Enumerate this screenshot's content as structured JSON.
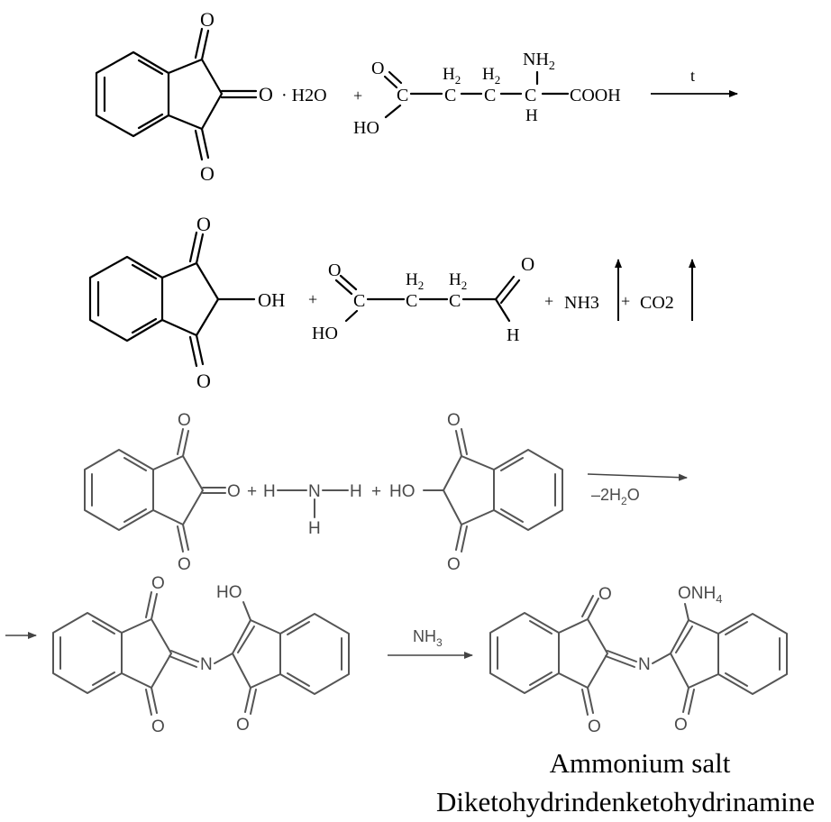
{
  "row1": {
    "ninhydrin": {
      "o_top": "O",
      "o_right": "O",
      "o_bottom": "O",
      "hydrate": "· H2O"
    },
    "plus1": "+",
    "glutamic_acid": {
      "o": "O",
      "c1": "C",
      "ho": "HO",
      "ch2_a": "C",
      "ch2_a_h": "H",
      "ch2_a_sub": "2",
      "ch2_b": "C",
      "ch2_b_h": "H",
      "ch2_b_sub": "2",
      "nh2": "NH",
      "nh2_sub": "2",
      "ch": "C",
      "h_below": "H",
      "cooh": "COOH"
    },
    "arrow_label": "t"
  },
  "row2": {
    "hydrindantin": {
      "o_top": "O",
      "oh": "OH",
      "o_bottom": "O"
    },
    "plus1": "+",
    "semialdehyde": {
      "o_left": "O",
      "c1": "C",
      "ho": "HO",
      "ch2_a": "C",
      "ch2_a_h": "H",
      "ch2_a_sub": "2",
      "ch2_b": "C",
      "ch2_b_h": "H",
      "ch2_b_sub": "2",
      "o_right": "O",
      "h": "H"
    },
    "plus2": "+",
    "nh3": "NH3",
    "plus3": "+",
    "co2": "CO2"
  },
  "row3": {
    "ninhydrin": {
      "o_top": "O",
      "o_right": "O",
      "o_bottom": "O"
    },
    "plus1": "+",
    "ammonia": {
      "h_left": "H",
      "n": "N",
      "h_right": "H",
      "h_bottom": "H"
    },
    "plus2": "+",
    "hydrindantin": {
      "ho": "HO",
      "o_top": "O",
      "o_bottom": "O"
    },
    "arrow_label_pre": "–2H",
    "arrow_label_sub": "2",
    "arrow_label_post": "O"
  },
  "row4": {
    "product1": {
      "o_top": "O",
      "ho": "HO",
      "n": "N",
      "o_bottom_left": "O",
      "o_bottom_right": "O"
    },
    "arrow_label": "NH",
    "arrow_label_sub": "3",
    "product2": {
      "o_top": "O",
      "onh4": "ONH",
      "onh4_sub": "4",
      "n": "N",
      "o_bottom_left": "O",
      "o_bottom_right": "O"
    }
  },
  "caption": {
    "line1": "Ammonium salt",
    "line2": "Diketohydrindenketohydrinamine"
  }
}
